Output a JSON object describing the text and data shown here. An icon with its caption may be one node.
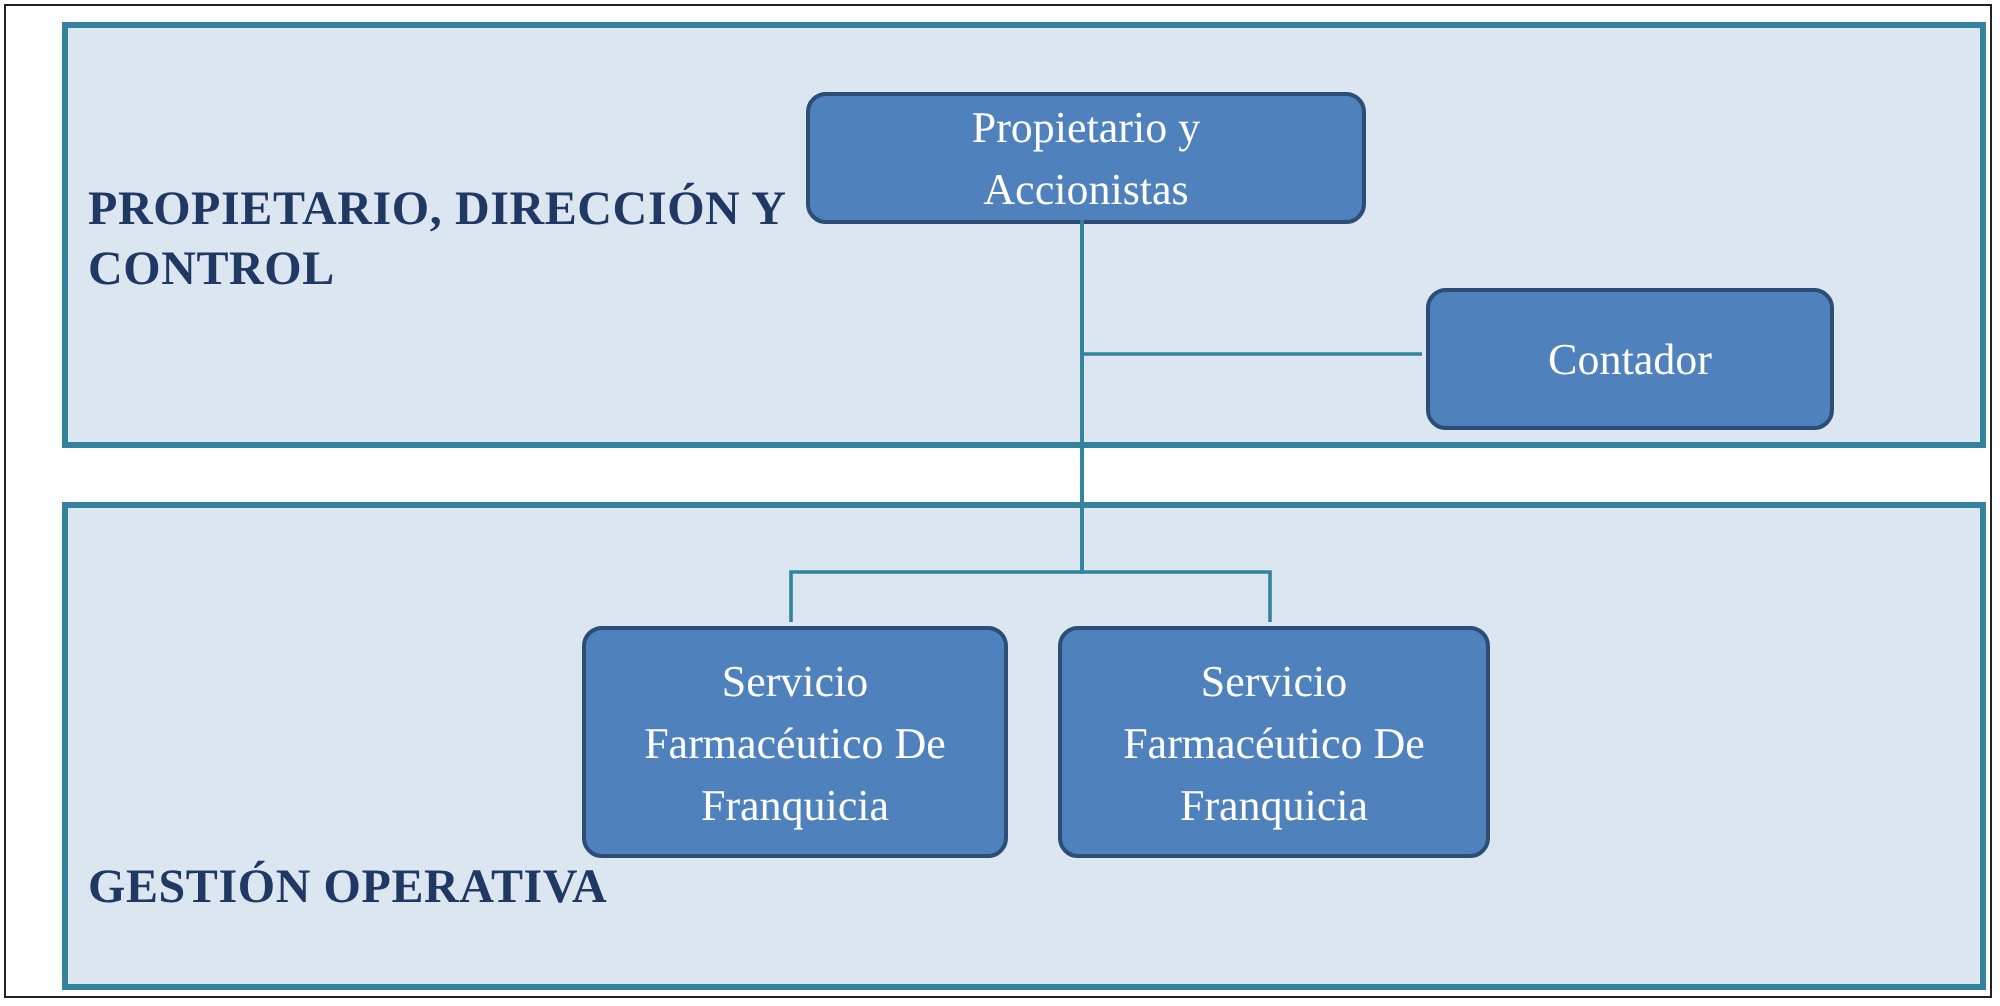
{
  "diagram": {
    "nodes": [
      {
        "text": [
          "PROPIETARIO, DIRECCIÓN Y CONTROL"
        ]
      },
      {
        "text": [
          "Propietario y Accionistas"
        ],
        "in": 0
      },
      {
        "text": [
          "Contador"
        ],
        "in": 0
      },
      {
        "text": [
          "GESTIÓN OPERATIVA"
        ]
      },
      {
        "text": [
          "Servicio Farmacéutico De Franquicia"
        ],
        "in": 3
      },
      {
        "text": [
          "Servicio Farmacéutico De Franquicia"
        ],
        "in": 3
      }
    ],
    "edges": [
      {
        "from": 1,
        "to": 2,
        "arrow": "none"
      },
      {
        "from": 1,
        "to": 4,
        "arrow": "none"
      },
      {
        "from": 1,
        "to": 5,
        "arrow": "none"
      }
    ]
  }
}
